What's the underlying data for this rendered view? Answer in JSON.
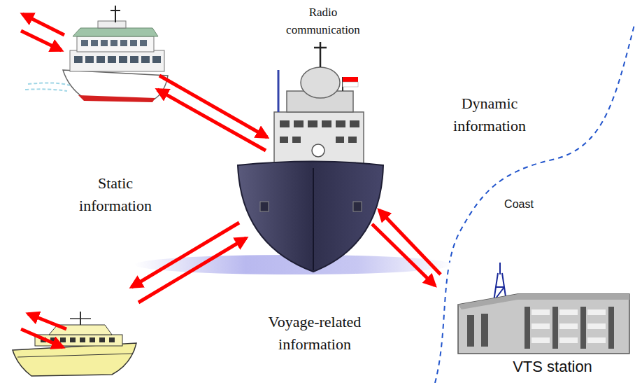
{
  "diagram": {
    "nodes": [
      {
        "text": [
          "VTS station"
        ]
      }
    ],
    "labels": [
      "Radio communication",
      "Dynamic information",
      "Static information",
      "Voyage-related information",
      "Coast"
    ]
  }
}
